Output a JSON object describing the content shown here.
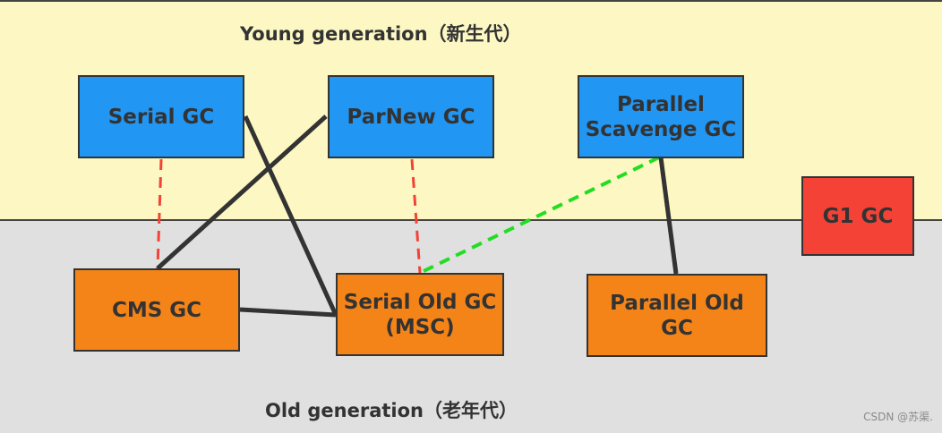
{
  "young_generation": {
    "label": "Young generation（新生代）"
  },
  "old_generation": {
    "label": "Old generation（老年代）"
  },
  "collectors": {
    "serial_gc": "Serial GC",
    "parnew_gc": "ParNew GC",
    "parallel_scavenge_gc": "Parallel\nScavenge GC",
    "g1_gc": "G1 GC",
    "cms_gc": "CMS GC",
    "serial_old_gc": "Serial Old GC\n(MSC)",
    "parallel_old_gc": "Parallel Old GC"
  },
  "colors": {
    "young_region": "#fdf8c3",
    "old_region": "#e0e0e0",
    "young_collector": "#2196f3",
    "old_collector": "#f58418",
    "g1_collector": "#f44336",
    "solid_link": "#333333",
    "red_dashed_link": "#f44336",
    "green_dashed_link": "#22dd22"
  },
  "watermark": "CSDN @苏渠."
}
